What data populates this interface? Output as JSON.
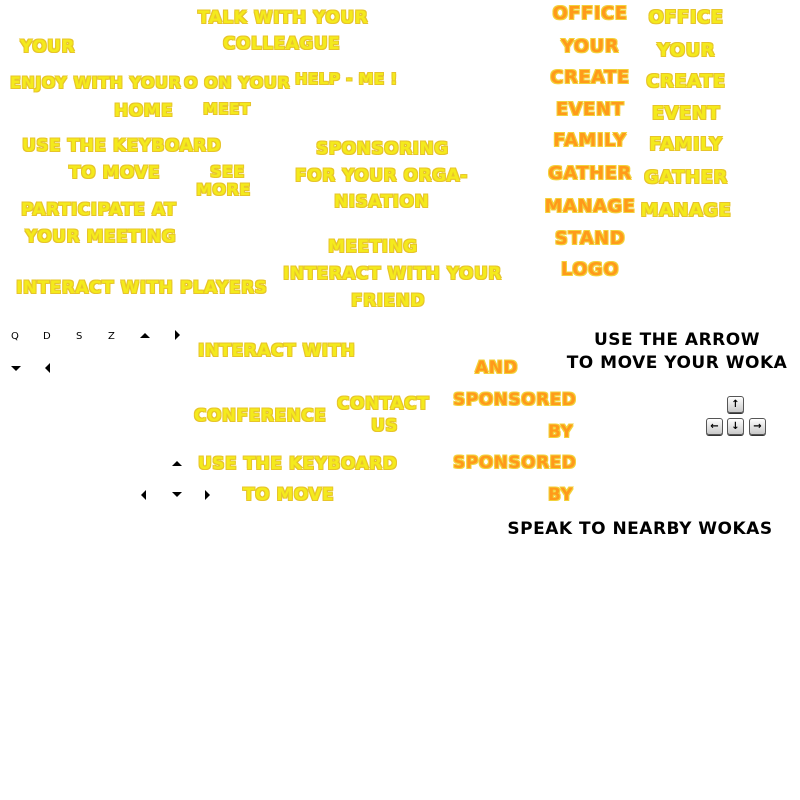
{
  "signs": {
    "talk": "Talk with your",
    "colleague": "colleague",
    "your_a": "Your",
    "enjoy": "Enjoy with your",
    "o_on_your": "O on your",
    "help_me": "Help - me !",
    "home": "Home",
    "meet": "Meet",
    "use_keyboard_a": "Use the keyboard",
    "to_move_a": "to move",
    "see": "See",
    "more": "more",
    "sponsoring": "Sponsoring",
    "for_your_orga": "for your orga-",
    "nisation": "nisation",
    "participate": "Participate at",
    "your_meeting": "your meeting",
    "meeting": "Meeting",
    "interact_players": "Interact with players",
    "interact_friend": "Interact with your",
    "friend": "friend",
    "interact_with": "Interact with",
    "conference": "Conference",
    "contact": "Contact",
    "us": "us",
    "and": "and",
    "sponsored_a": "Sponsored",
    "by_a": "by",
    "sponsored_b": "Sponsored",
    "by_b": "by",
    "use_keyboard_b": "Use the keyboard",
    "to_move_b": "to move"
  },
  "words_orange": [
    "Office",
    "your",
    "Create",
    "Event",
    "Family",
    "Gather",
    "Manage",
    "Stand",
    "Logo"
  ],
  "words_yellow": [
    "Office",
    "your",
    "Create",
    "Event",
    "Family",
    "Gather",
    "Manage"
  ],
  "keys": {
    "q": "Q",
    "d": "D",
    "s": "S",
    "z": "Z"
  },
  "arrow_hint": {
    "line1": "USE THE ARROW",
    "line2": "TO MOVE YOUR WOKA"
  },
  "speak_hint": "SPEAK TO NEARBY WOKAS",
  "arrow_keys": {
    "up": "↑",
    "left": "←",
    "down": "↓",
    "right": "→"
  },
  "colors": {
    "yellow": "#f4ea1c",
    "yellow_outline": "#e7c42a",
    "orange": "#ff9a1a",
    "orange_outline": "#f2d23a"
  }
}
